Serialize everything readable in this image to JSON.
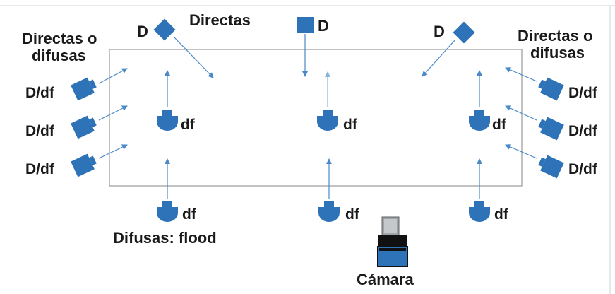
{
  "labels": {
    "directas": "Directas",
    "directas_o_difusas_line1": "Directas o",
    "directas_o_difusas_line2": "difusas",
    "difusas_flood": "Difusas: flood",
    "camara": "Cámara",
    "d": "D",
    "d_df": "D/df",
    "df": "df"
  },
  "colors": {
    "lamp": "#2e73b8",
    "arrow": "#4a88c8",
    "set_border": "#9a9a9a",
    "text": "#1a1a1a"
  }
}
